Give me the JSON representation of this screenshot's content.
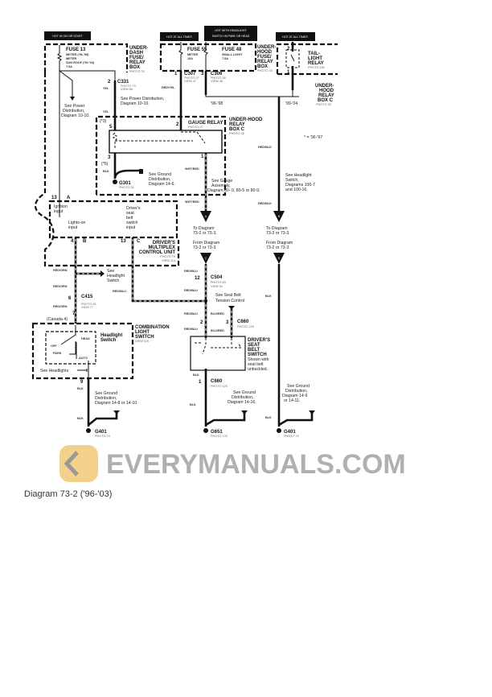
{
  "headers": {
    "h1": "HOT IN ON OR START",
    "h2": "HOT AT ALL TIMES",
    "h3": [
      "HOT WITH HEADLIGHT",
      "SWITCH IN PARK OR HEAD"
    ],
    "h4": "HOT AT ALL TIMES"
  },
  "under_dash_box": {
    "fuse": "FUSE 13",
    "lines": [
      "METER ('96-'98)",
      "METER",
      "SUN ROOF ('99-'04)",
      "7.5A"
    ],
    "title": [
      "UNDER-",
      "DASH",
      "FUSE/",
      "RELAY",
      "BOX"
    ],
    "photo": "PHOTO 75"
  },
  "under_hood_box": {
    "fuse55": "FUSE 55",
    "fuse55_lines": [
      "METER",
      "10A"
    ],
    "fuse48": "FUSE 48",
    "fuse48_lines": [
      "SMALL LIGHT",
      "7.5A"
    ],
    "title": [
      "UNDER-",
      "HOOD",
      "FUSE/",
      "RELAY",
      "BOX"
    ],
    "photo": "PHOTO 33"
  },
  "tail_light": {
    "title": [
      "TAIL-",
      "LIGHT",
      "RELAY"
    ],
    "photo": "PHOTO 182",
    "pin_top": "2",
    "pin_bottom": "1",
    "box": [
      "UNDER-",
      "HOOD",
      "RELAY",
      "BOX C"
    ],
    "box_photo": "PHOTO 25"
  },
  "connectors": {
    "c331": "C331",
    "c331_photo": [
      "PHOTO 75",
      "VIEW 66"
    ],
    "c331_pin": "2",
    "c307": "C307",
    "c307_photo": [
      "PHOTO 37",
      "VIEW 47"
    ],
    "c307_pin": "1",
    "c306": "C306",
    "c306_photo": [
      "PHOTO 36",
      "VIEW 38"
    ],
    "c306_pin": "3",
    "c415": "C415",
    "c415_photo": [
      "PHOTO 81",
      "VIEW 77"
    ],
    "c415_pin": "6",
    "c504": "C504",
    "c504_photo": [
      "PHOTO 83",
      "VIEW 80"
    ],
    "c504_pin": "12",
    "c660a": "C660",
    "c660a_photo": "PHOTO 125",
    "c660b": "C660",
    "c660b_photo": "PHOTO 125",
    "c660b_pin": "1"
  },
  "years": {
    "y1": "'96-'98",
    "y2": "'99-'04",
    "note": "* = '96-'97"
  },
  "gauge_relay": {
    "title": "GAUGE RELAY",
    "photo": "PHOTO 27",
    "box": [
      "UNDER-HOOD",
      "RELAY",
      "BOX C"
    ],
    "box_photo": "PHOTO 25",
    "pin2": "2",
    "pin5": "5",
    "pin3": "3",
    "pin1": "1",
    "star3": "(*3)",
    "star5": "(*5)"
  },
  "notes": {
    "power1": [
      "See Power",
      "Distribution,",
      "Diagram 10-10."
    ],
    "power2": [
      "See  Power Distribution,",
      "Diagram 10-10."
    ],
    "ground1": [
      "See  Ground",
      "Distribution,",
      "Diagram 14-6."
    ],
    "gauge": [
      "See Gauge",
      "Assembly,",
      "Diagram 80- 0, 80-5 or 80-9."
    ],
    "headlight_sw": [
      "See Headlight",
      "Switch,",
      "Diagrams 100-7",
      "and 100-16."
    ],
    "to_a": [
      "To Diagram",
      "73-2 or 73-3."
    ],
    "to_b": [
      "To Diagram",
      "73-2 or 73-3."
    ],
    "from_c": [
      "From Diagram",
      "73-2 or 73-3."
    ],
    "from_d": [
      "From Diagram",
      "73-2 or 73-3."
    ],
    "see_headlight": [
      "See",
      "Headlight",
      "Switch"
    ],
    "seat_belt_tension": [
      "See Seat Belt",
      "Tension Control"
    ],
    "ground_left": [
      "See Ground",
      "Distribution,",
      "Diagram 14-8 or 14-10."
    ],
    "ground_mid": [
      "See Ground",
      "Distribution,",
      "Diagram 14-16."
    ],
    "ground_right": [
      "See Ground",
      "Distribution,",
      "Diagram 14-9",
      "or 14-11."
    ],
    "see_headlights": "See Headlights",
    "canada": "(Canada 4)"
  },
  "grounds": {
    "g301": "G301",
    "g301_photo": "PHOTO 31",
    "g401a": "G401",
    "g401a_photo": "PHOTO 79",
    "g651": "G651",
    "g651_photo": "PHOTO 133",
    "g401b": "G401",
    "g401b_photo": "PHOTO 79"
  },
  "wire_colors": {
    "yel1": "YEL",
    "yel2": "YEL",
    "redyel": "RED/YEL",
    "blk1": "BLK",
    "wtred1": "WHT/RED",
    "wtred2": "WHT/RED",
    "redblk1": "RED/BLK",
    "redblk2": "RED/BLK",
    "redgrn1": "RED/GRN",
    "redgrn2": "RED/GRN",
    "redgrn3": "RED/GRN",
    "redblu_h": "RED/BLU",
    "redblu1": "RED/BLU",
    "redblu2": "RED/BLU",
    "redblu3": "RED/BLU",
    "redblu4": "RED/BLU",
    "blured1": "BLU/RED",
    "blured2": "BLU/RED",
    "blk_l1": "BLK",
    "blk_l2": "BLK",
    "blk_m1": "BLK",
    "blk_m2": "BLK",
    "blk_r": "BLK",
    "blk_r2": "BLK"
  },
  "multiplex": {
    "ignition": [
      "Ignition",
      "input"
    ],
    "lights_on": [
      "Lights-on",
      "input"
    ],
    "seat_belt": [
      "Driver's",
      "seat",
      "belt",
      "switch",
      "input"
    ],
    "title": [
      "DRIVER'S",
      "MULTIPLEX",
      "CONTROL UNIT"
    ],
    "photo": [
      "PHOTO 79",
      "VIEW 114"
    ],
    "pin13a": "13",
    "pinA": "A",
    "pin4": "4",
    "pinB": "B",
    "pin13c": "13",
    "pinC": "C"
  },
  "combination_switch": {
    "title": [
      "COMBINATION",
      "LIGHT",
      "SWITCH"
    ],
    "view": "VIEW 115",
    "inner": [
      "Headlight",
      "Switch"
    ],
    "off": "OFF",
    "park": "PARK",
    "head": "HEAD",
    "auto": "AUTO",
    "pin7": "7",
    "pin9": "9"
  },
  "seat_belt_switch": {
    "title": [
      "DRIVER'S",
      "SEAT",
      "BELT",
      "SWITCH"
    ],
    "desc": [
      "Shown with",
      "seat belt",
      "unbuckled."
    ],
    "pin2": "2",
    "pin3": "3"
  },
  "arrows": {
    "a": "A",
    "b": "B",
    "c": "C",
    "d": "D"
  },
  "watermark": "EVERYMANUALS.COM",
  "caption": "Diagram 73-2 ('96-'03)",
  "colors": {
    "ink": "#111111",
    "watermark": "#9a9a9a",
    "logo": "#f2d28a"
  }
}
